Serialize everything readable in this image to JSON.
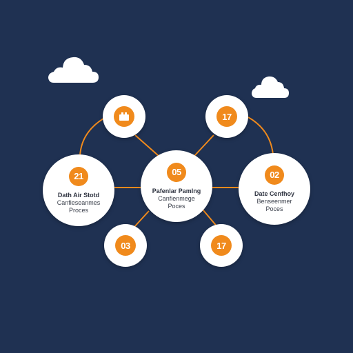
{
  "colors": {
    "background": "#1f3152",
    "accent": "#f08a1c",
    "node_fill": "#ffffff",
    "text": "#3a3f4a"
  },
  "nodes": {
    "top_left": {
      "icon": "box-icon"
    },
    "top_right": {
      "number": "17"
    },
    "left": {
      "number": "21",
      "line1": "Dath Air Stotd",
      "line2": "Canfieseanmes",
      "line3": "Proces"
    },
    "center": {
      "number": "05",
      "line1": "Pafenlar Pamlng",
      "line2": "Canfienmege",
      "line3": "Poces"
    },
    "right": {
      "number": "02",
      "line1": "Date Cenfhoy",
      "line2": "Benseenmer",
      "line3": "Poces"
    },
    "bottom_left": {
      "number": "03"
    },
    "bottom_right": {
      "number": "17"
    }
  }
}
